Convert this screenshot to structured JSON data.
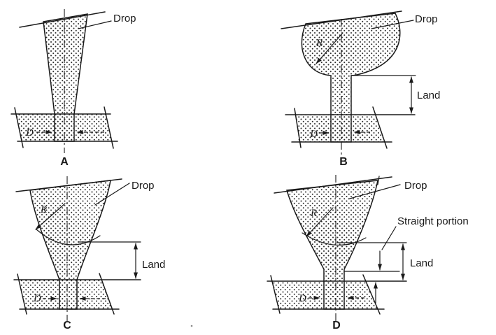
{
  "figure": {
    "background": "#ffffff",
    "ink": "#1a1a1a",
    "panels": [
      {
        "letter": "A",
        "drop_label": "Drop",
        "d_label": "D"
      },
      {
        "letter": "B",
        "drop_label": "Drop",
        "r_label": "R",
        "land_label": "Land",
        "d_label": "D"
      },
      {
        "letter": "C",
        "drop_label": "Drop",
        "r_label": "R",
        "land_label": "Land",
        "d_label": "D"
      },
      {
        "letter": "D",
        "drop_label": "Drop",
        "r_label": "R",
        "land_label": "Land",
        "d_label": "D",
        "straight_label": "Straight portion"
      }
    ]
  }
}
